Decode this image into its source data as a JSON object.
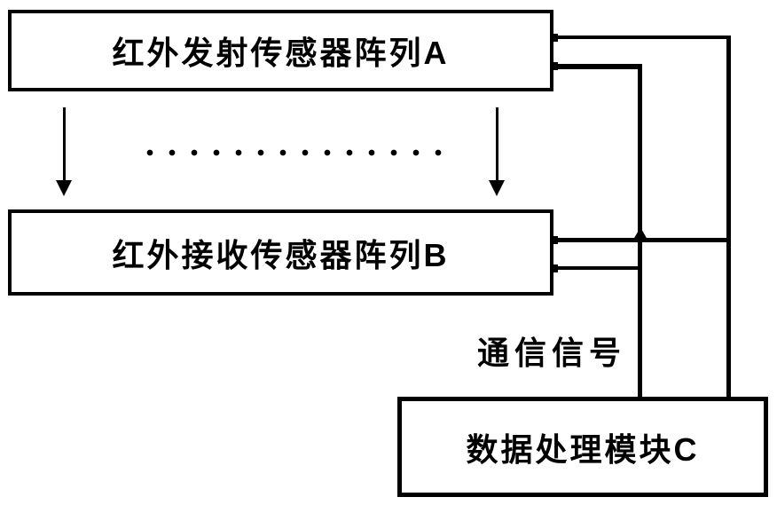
{
  "meta": {
    "background_color": "#ffffff",
    "line_color": "#000000"
  },
  "nodes": {
    "emitter_array": {
      "label": "红外发射传感器阵列A"
    },
    "receiver_array": {
      "label": "红外接收传感器阵列B"
    },
    "data_processor": {
      "label": "数据处理模块C"
    }
  },
  "annotations": {
    "communication_signal": "通信信号"
  }
}
